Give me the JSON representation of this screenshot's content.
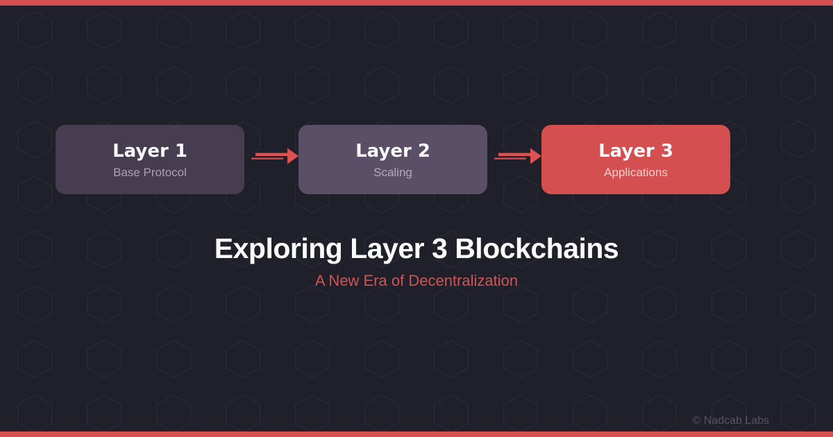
{
  "colors": {
    "bg": "#20202b",
    "accent-bar": "#d65050",
    "hex-stroke": "#2d2d3a",
    "box1-bg": "#463d51",
    "box2-bg": "#5a4f66",
    "box3-bg": "#d45050",
    "box-title": "#f8f8fa",
    "box1-sub": "#a9a1b1",
    "box2-sub": "#b3aabf",
    "box3-sub": "#f1cfcf",
    "arrow": "#dc5252",
    "title": "#fafafa",
    "subtitle": "#cf5656",
    "credit": "#545462"
  },
  "diagram": {
    "boxes": [
      {
        "title": "Layer 1",
        "subtitle": "Base Protocol"
      },
      {
        "title": "Layer 2",
        "subtitle": "Scaling"
      },
      {
        "title": "Layer 3",
        "subtitle": "Applications"
      }
    ]
  },
  "headline": {
    "title": "Exploring Layer 3 Blockchains",
    "subtitle": "A New Era of Decentralization"
  },
  "footer": {
    "copyright": "© Nadcab Labs"
  }
}
